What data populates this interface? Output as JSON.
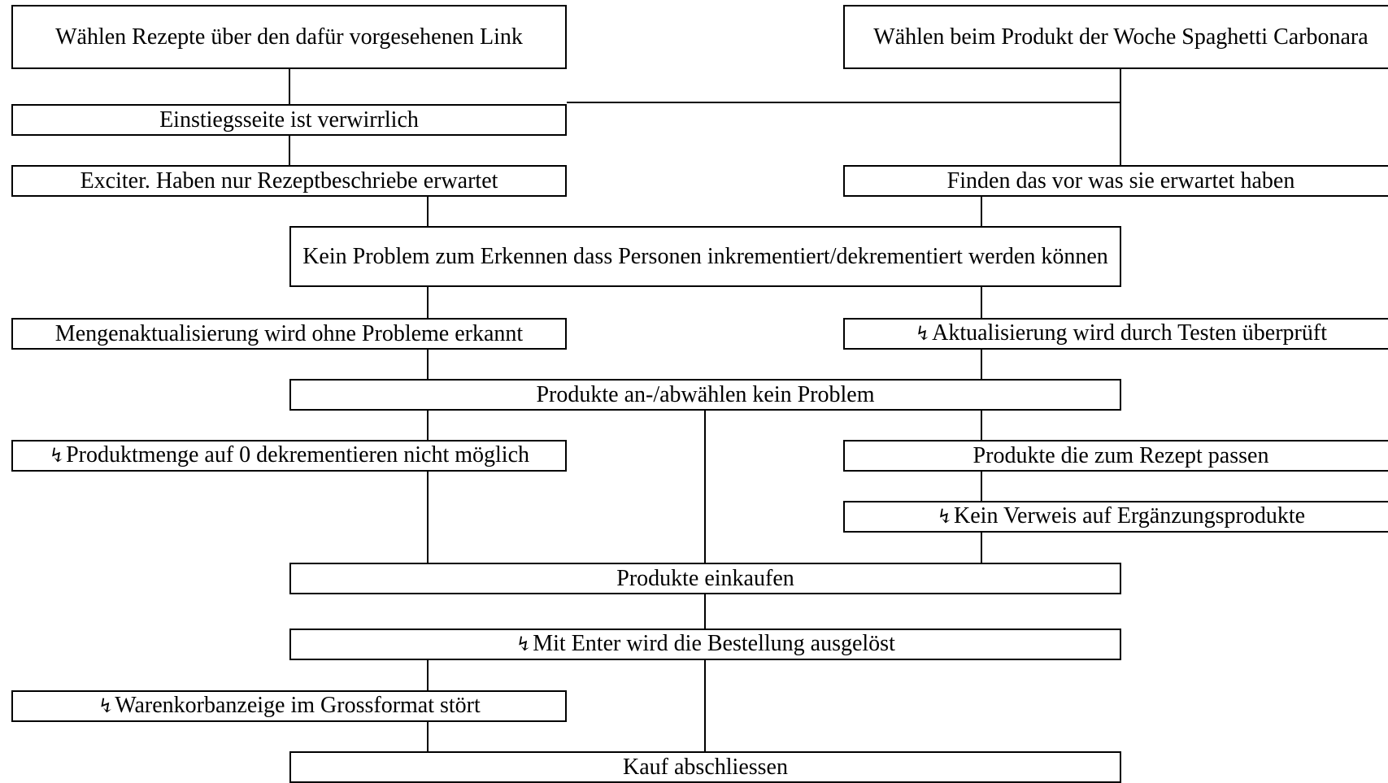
{
  "nodes": {
    "n1": {
      "text": "Wählen Rezepte über den dafür vorgesehenen Link"
    },
    "n2": {
      "text": "Wählen beim Produkt der Woche Spaghetti Carbonara"
    },
    "n3": {
      "text": "Einstiegsseite ist verwirrlich"
    },
    "n4": {
      "text": "Exciter. Haben nur Rezeptbeschriebe erwartet"
    },
    "n5": {
      "text": "Finden das vor was sie erwartet haben"
    },
    "n6": {
      "text": "Kein Problem zum Erkennen dass Personen inkrementiert/dekrementiert werden können"
    },
    "n7": {
      "text": "Mengenaktualisierung wird ohne Probleme erkannt"
    },
    "n8": {
      "text": "Aktualisierung wird durch Testen überprüft",
      "symbol": "↯"
    },
    "n9": {
      "text": "Produkte an-/abwählen kein Problem"
    },
    "n10": {
      "text": "Produktmenge auf 0 dekrementieren nicht möglich",
      "symbol": "↯"
    },
    "n11": {
      "text": "Produkte die zum Rezept passen"
    },
    "n12": {
      "text": "Kein Verweis auf Ergänzungsprodukte",
      "symbol": "↯"
    },
    "n13": {
      "text": "Produkte einkaufen"
    },
    "n14": {
      "text": "Mit Enter wird die Bestellung ausgelöst",
      "symbol": "↯"
    },
    "n15": {
      "text": "Warenkorbanzeige im Grossformat stört",
      "symbol": "↯"
    },
    "n16": {
      "text": "Kauf abschliessen"
    }
  },
  "colors": {
    "stroke": "#000000",
    "background": "#ffffff"
  }
}
